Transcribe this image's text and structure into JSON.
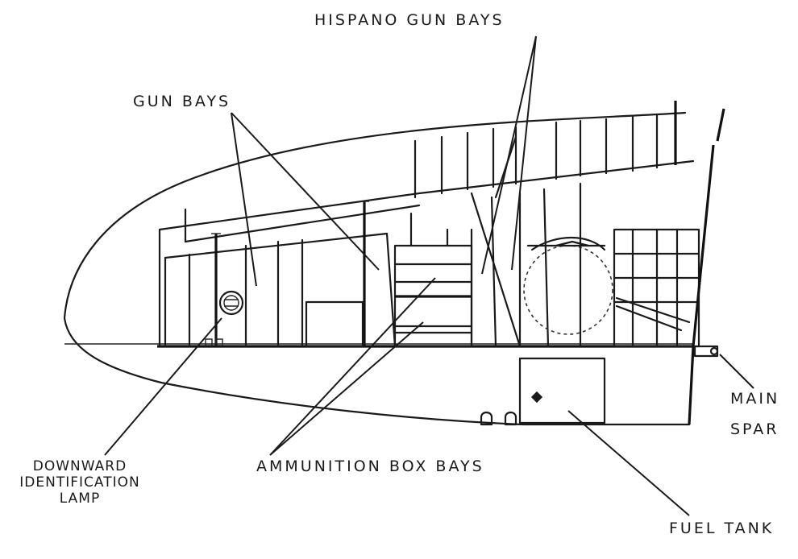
{
  "labels": {
    "hispano_gun_bays": "HISPANO GUN BAYS",
    "gun_bays": "GUN BAYS",
    "main_spar_line1": "MAIN",
    "main_spar_line2": "SPAR",
    "downward_lamp_line1": "DOWNWARD",
    "downward_lamp_line2": "IDENTIFICATION",
    "downward_lamp_line3": "LAMP",
    "ammunition_box_bays": "AMMUNITION BOX BAYS",
    "fuel_tank": "FUEL TANK"
  }
}
